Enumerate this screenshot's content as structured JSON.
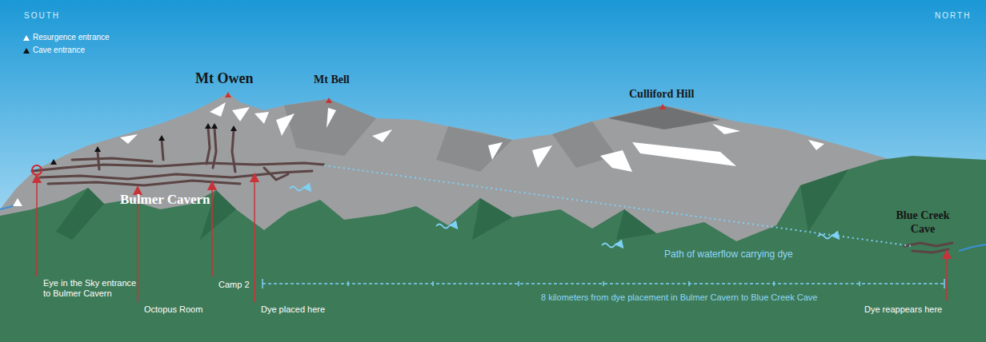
{
  "diagram": {
    "labels": [
      "SOUTH",
      "NORTH",
      "Mt Owen",
      "Mt Bell",
      "Culliford Hill",
      "Bulmer Cavern",
      "Blue Creek Cave",
      "Path of waterflow carrying dye",
      "Eye in the Sky entrance to Bulmer Cavern",
      "Octopus Room",
      "Camp 2",
      "Dye placed here",
      "8 kilometers from dye placement in Bulmer Cavern to Blue Creek Cave",
      "Dye reappears here"
    ],
    "legend": [
      {
        "text": "Resurgence entrance"
      },
      {
        "text": "Cave entrance"
      }
    ]
  }
}
